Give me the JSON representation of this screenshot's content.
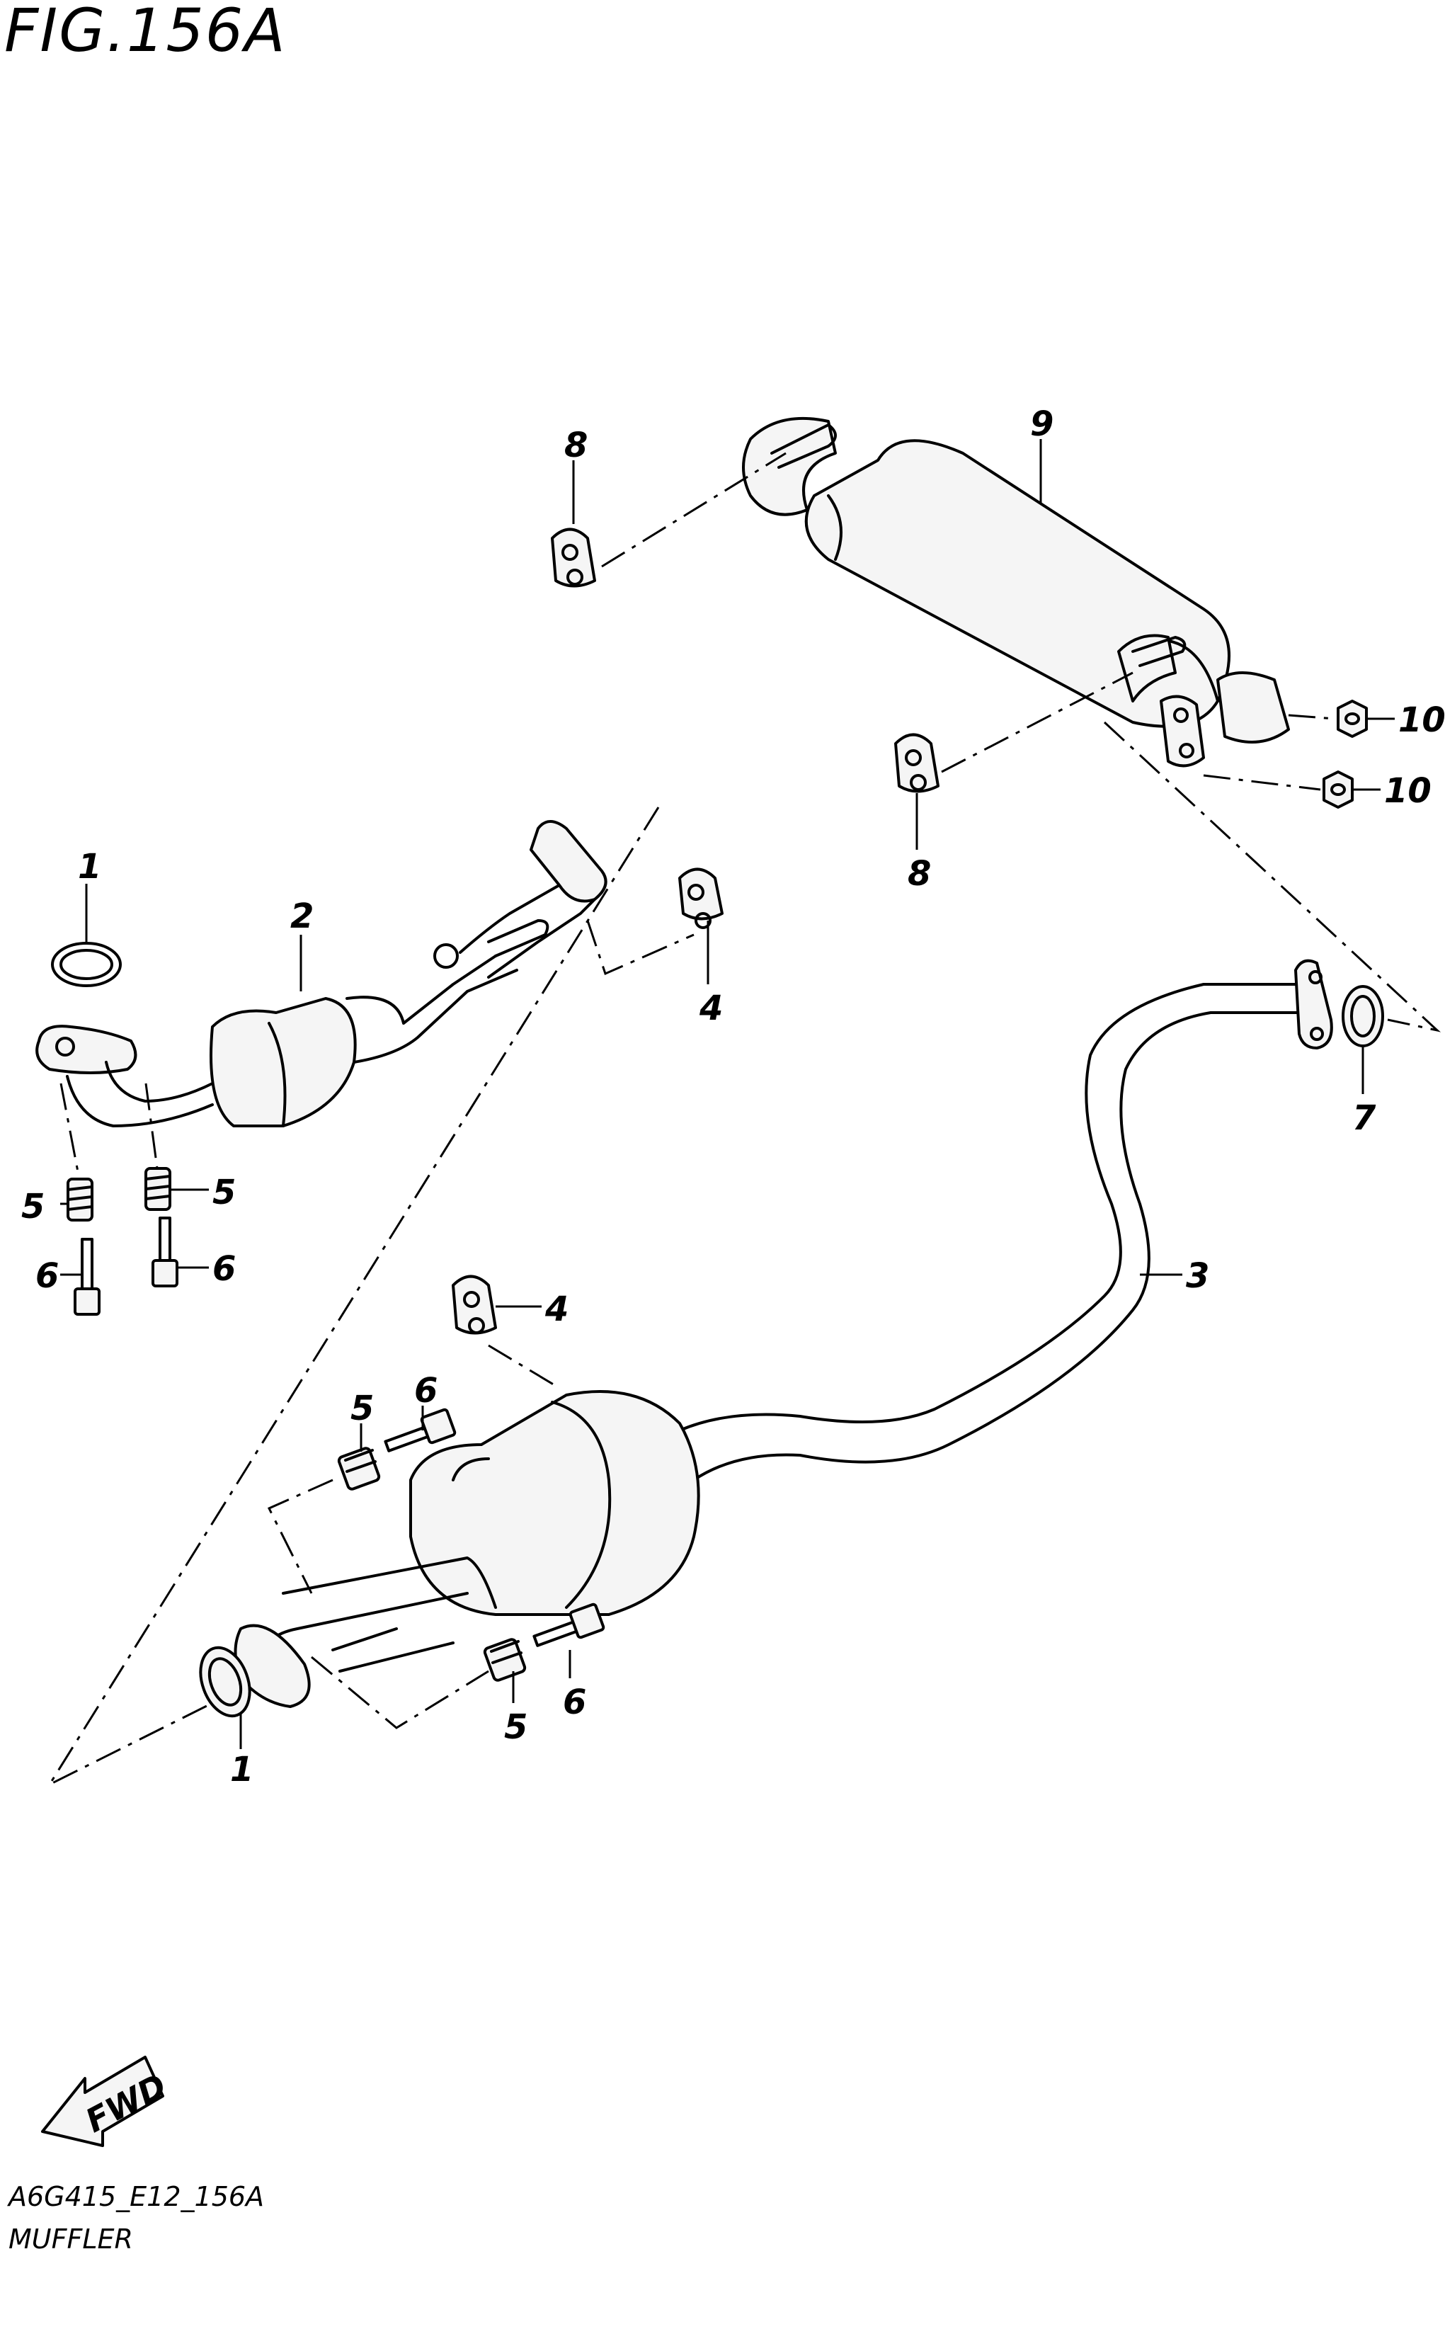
{
  "figure": {
    "title": "FIG.156A",
    "code": "A6G415_E12_156A",
    "name": "MUFFLER"
  },
  "direction_marker": {
    "label": "FWD",
    "icon": "fwd-arrow-icon"
  },
  "callouts": [
    {
      "id": "c1a",
      "label": "1"
    },
    {
      "id": "c1b",
      "label": "1"
    },
    {
      "id": "c2",
      "label": "2"
    },
    {
      "id": "c3",
      "label": "3"
    },
    {
      "id": "c4a",
      "label": "4"
    },
    {
      "id": "c4b",
      "label": "4"
    },
    {
      "id": "c5a",
      "label": "5"
    },
    {
      "id": "c5b",
      "label": "5"
    },
    {
      "id": "c5c",
      "label": "5"
    },
    {
      "id": "c5d",
      "label": "5"
    },
    {
      "id": "c6a",
      "label": "6"
    },
    {
      "id": "c6b",
      "label": "6"
    },
    {
      "id": "c6c",
      "label": "6"
    },
    {
      "id": "c6d",
      "label": "6"
    },
    {
      "id": "c7",
      "label": "7"
    },
    {
      "id": "c8a",
      "label": "8"
    },
    {
      "id": "c8b",
      "label": "8"
    },
    {
      "id": "c9",
      "label": "9"
    },
    {
      "id": "c10a",
      "label": "10"
    },
    {
      "id": "c10b",
      "label": "10"
    }
  ]
}
